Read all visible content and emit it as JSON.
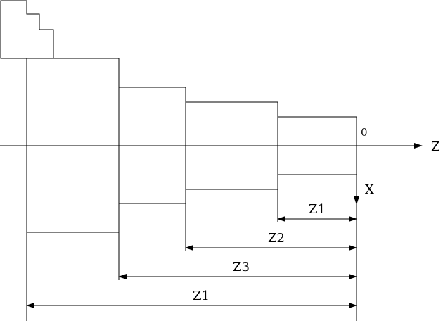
{
  "diagram": {
    "axes": {
      "z_label": "Z",
      "x_label": "X",
      "origin_label": "0"
    },
    "dimensions": [
      {
        "label": "Z1"
      },
      {
        "label": "Z2"
      },
      {
        "label": "Z3"
      },
      {
        "label": "Z1"
      }
    ],
    "colors": {
      "stroke": "#000000",
      "background": "#ffffff"
    }
  }
}
